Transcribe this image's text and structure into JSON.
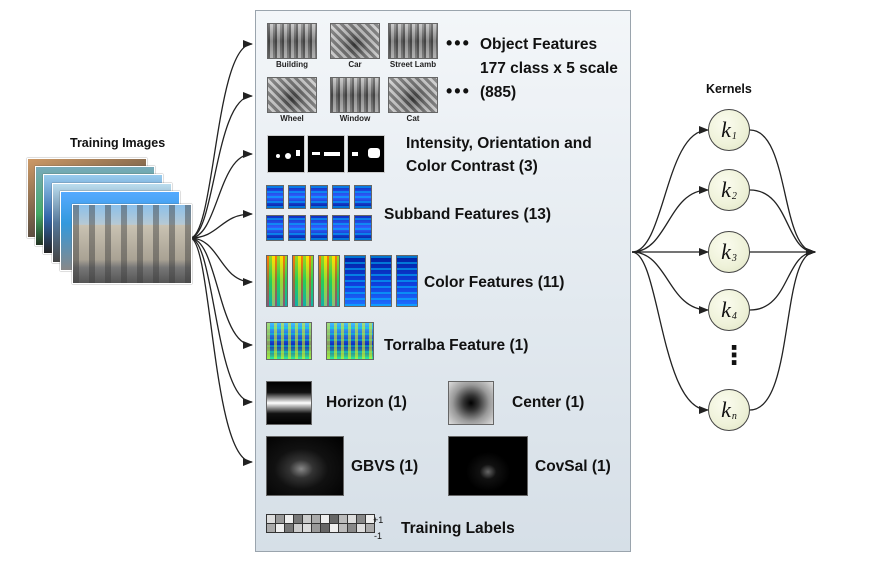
{
  "training_images": {
    "title": "Training Images"
  },
  "object_features": {
    "thumbnails_row1": [
      "Building",
      "Car",
      "Street Lamb"
    ],
    "thumbnails_row2": [
      "Wheel",
      "Window",
      "Cat"
    ],
    "ellipsis": "•••",
    "label_line1": "Object Features",
    "label_line2": "177 class x 5 scale",
    "label_line3": "(885)"
  },
  "intensity": {
    "label_line1": "Intensity, Orientation and",
    "label_line2": "Color Contrast (3)"
  },
  "subband": {
    "label": "Subband Features (13)"
  },
  "color": {
    "label": "Color Features (11)"
  },
  "torralba": {
    "label": "Torralba Feature (1)"
  },
  "horizon": {
    "label": "Horizon (1)"
  },
  "center": {
    "label": "Center (1)"
  },
  "gbvs": {
    "label": "GBVS (1)"
  },
  "covsal": {
    "label": "CovSal (1)"
  },
  "training_labels": {
    "label": "Training Labels",
    "plus": "+1",
    "minus": "-1"
  },
  "kernels": {
    "title": "Kernels",
    "symbol": "k",
    "items": [
      "1",
      "2",
      "3",
      "4",
      "n"
    ],
    "vertical_ellipsis": "⋮"
  }
}
